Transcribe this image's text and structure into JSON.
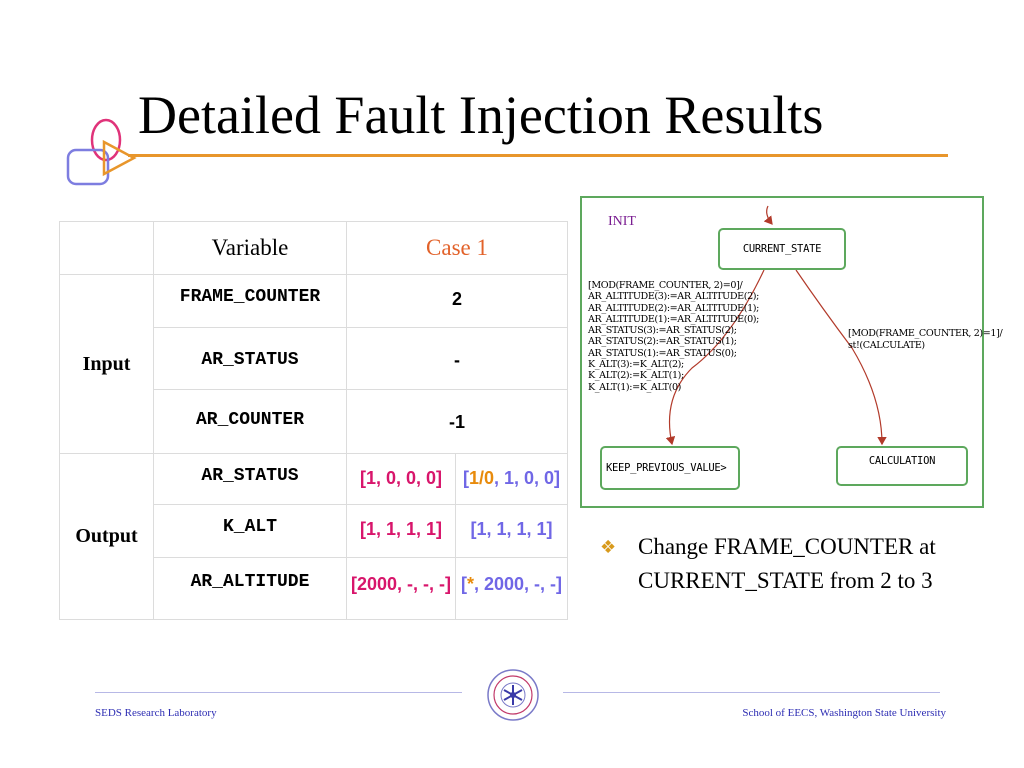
{
  "slide": {
    "title": "Detailed Fault Injection Results"
  },
  "table": {
    "header": {
      "variable": "Variable",
      "case": "Case 1"
    },
    "input": {
      "label": "Input",
      "rows": [
        {
          "variable": "FRAME_COUNTER",
          "value": "2"
        },
        {
          "variable": "AR_STATUS",
          "value": "-"
        },
        {
          "variable": "AR_COUNTER",
          "value": "-1"
        }
      ]
    },
    "output": {
      "label": "Output",
      "rows": [
        {
          "variable": "AR_STATUS",
          "expected": "[1, 0, 0, 0]",
          "observed": {
            "open": "[",
            "fault": "1/0",
            "rest": ", 1, 0, 0]"
          }
        },
        {
          "variable": "K_ALT",
          "expected": "[1, 1, 1, 1]",
          "observed": {
            "open": "",
            "fault": "",
            "rest": "[1, 1, 1, 1]"
          }
        },
        {
          "variable": "AR_ALTITUDE",
          "expected": "[2000, -, -, -]",
          "observed": {
            "open": "[",
            "fault": "*",
            "rest": ", 2000, -, -]"
          }
        }
      ]
    }
  },
  "diagram": {
    "init_label": "INIT",
    "states": {
      "current": "CURRENT_STATE",
      "keep": "KEEP_PREVIOUS_VALUE>",
      "calc": "CALCULATION"
    },
    "left_transition": [
      "[MOD(FRAME_COUNTER, 2)=0]/",
      "AR_ALTITUDE(3):=AR_ALTITUDE(2);",
      "AR_ALTITUDE(2):=AR_ALTITUDE(1);",
      "AR_ALTITUDE(1):=AR_ALTITUDE(0);",
      "AR_STATUS(3):=AR_STATUS(2);",
      "AR_STATUS(2):=AR_STATUS(1);",
      "AR_STATUS(1):=AR_STATUS(0);",
      "K_ALT(3):=K_ALT(2);",
      "K_ALT(2):=K_ALT(1);",
      "K_ALT(1):=K_ALT(0)"
    ],
    "right_transition": [
      "[MOD(FRAME_COUNTER, 2)=1]/",
      "st!(CALCULATE)"
    ]
  },
  "bullet": {
    "text": "Change FRAME_COUNTER at CURRENT_STATE from 2 to 3"
  },
  "footer": {
    "left": "SEDS Research Laboratory",
    "right": "School of EECS, Washington State University"
  },
  "colors": {
    "accent": "#e8962b",
    "case_header": "#e2622a",
    "expected": "#d8156b",
    "observed": "#7067e6",
    "fault": "#e88b0c",
    "diagram_border": "#5da85d",
    "footer_text": "#2d2db3"
  },
  "icons": {
    "bullet": "diamond-bullet-icon",
    "title_decoration": "circles-arrow-logo-icon",
    "footer_seal": "university-seal-icon"
  }
}
